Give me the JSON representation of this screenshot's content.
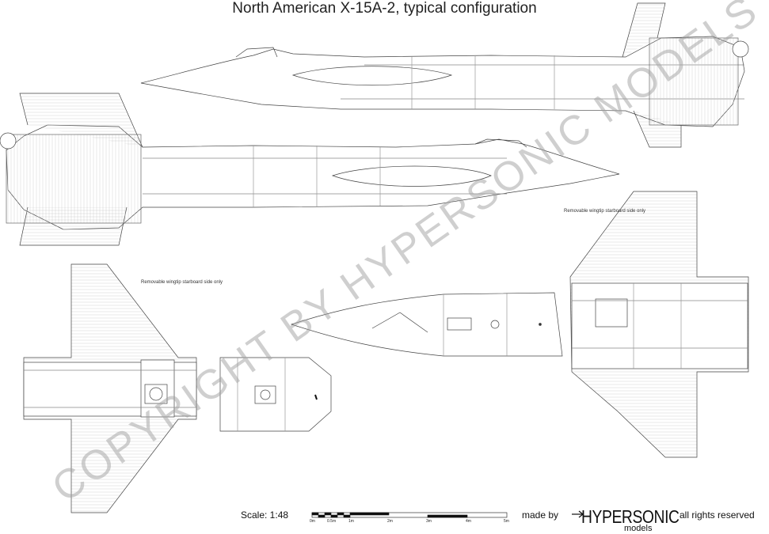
{
  "title": "North American X-15A-2, typical configuration",
  "notes": {
    "wingtip_right": "Removable wingtip starboard side only",
    "wingtip_left": "Removable wingtip starboard side only"
  },
  "footer": {
    "scale_label": "Scale: 1:48",
    "made_by": "made by",
    "brand_name": "HYPERSONIC",
    "brand_sub": "models",
    "rights": "all rights reserved"
  },
  "scale_bar": {
    "ticks": [
      "0m",
      "0.5m",
      "1m",
      "2m",
      "3m",
      "4m",
      "5m"
    ]
  },
  "watermark": "COPYRIGHT BY HYPERSONIC MODELS",
  "colors": {
    "line": "#444444",
    "panel": "#9a9a9a",
    "watermark": "#a0a0a0"
  }
}
